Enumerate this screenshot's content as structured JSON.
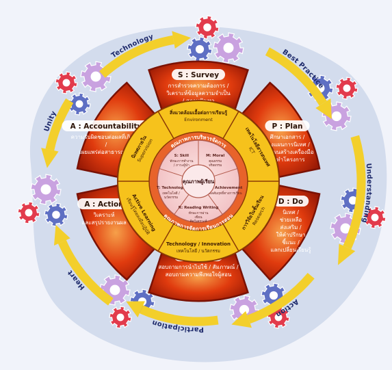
{
  "center": {
    "title": "คุณภาพผู้เรียน"
  },
  "inner_ring": {
    "items": [
      {
        "label": "S: Skill",
        "text": "ทักษะการทำงาน / ภาวะผู้นำ"
      },
      {
        "label": "M: Moral",
        "text": "คุณธรรม จริยธรรม"
      },
      {
        "label": "A: Achievement",
        "text": "ผลสัมฤทธิ์ทางการเรียน"
      },
      {
        "label": "R: Reading Writing",
        "text": "ทักษะการอ่าน เขียน คิดวิเคราะห์"
      },
      {
        "label": "T: Technology",
        "text": "เทคโนโลยี / นวัตกรรม"
      }
    ]
  },
  "middle_ring": {
    "items": [
      {
        "text": "สิ่งแวดล้อมเอื้อต่อการเรียนรู้",
        "sub": "Environment"
      },
      {
        "text": "เทคโนโลยีสารสนเทศ",
        "sub": "ICT"
      },
      {
        "text": "การวิจัยในชั้นเรียน",
        "sub": "Research"
      },
      {
        "text": "Technology / Innovation",
        "sub": "เทคโนโลยี / นวัตกรรม"
      },
      {
        "text": "Active Learning",
        "sub": "เรียนรู้โดยลงมือปฏิบัติ"
      },
      {
        "text": "นิเทศภายใน",
        "sub": "Supervision"
      }
    ],
    "bands": [
      "คุณภาพการบริหารจัดการ",
      "คุณภาพการจัดการเรียนการสอน"
    ]
  },
  "petals": [
    {
      "title": "S : Survey",
      "text": "การสำรวจความต้องการ / วิเคราะห์ข้อมูลความจำเป็น / สภาพปัญหา"
    },
    {
      "title": "P : Plan",
      "text": "ศึกษาเอกสาร / วางแผนการนิเทศ / วางแผนสร้างเครื่องมือ จัดทำโครงการ"
    },
    {
      "title": "D : Do",
      "text": "นิเทศ / ช่วยเหลือ ส่งเสริม / ให้คำปรึกษา ชี้แนะ / แลกเปลี่ยนเรียนรู้"
    },
    {
      "title": "C : Check",
      "text": "สอบถามการนำไปใช้ / สัมภาษณ์ / สอบถามความพึงพอใจผู้สอน"
    },
    {
      "title": "A : Action",
      "text": "วิเคราะห์ และสรุปรายงานผล"
    },
    {
      "title": "A : Accountability",
      "text": "ความรับผิดชอบต่อผลที่เกิดขึ้น / เผยแพร่ต่อสาธารณชน"
    }
  ],
  "outer_arrows": [
    "Technology",
    "Best Practice",
    "Understanding",
    "Action",
    "Participation",
    "Heart",
    "Unity"
  ],
  "colors": {
    "petal_fill": "#e03b0e",
    "petal_dark": "#9a1a05",
    "ring_yellow": "#f6c21c",
    "arrow_yellow": "#f3cf2b",
    "center_pink": "#f2c3c6",
    "blob_bg": "#d3dced",
    "gear_red": "#e23b4c",
    "gear_blue": "#5e6fc3",
    "gear_lilac": "#c9a2e0"
  }
}
